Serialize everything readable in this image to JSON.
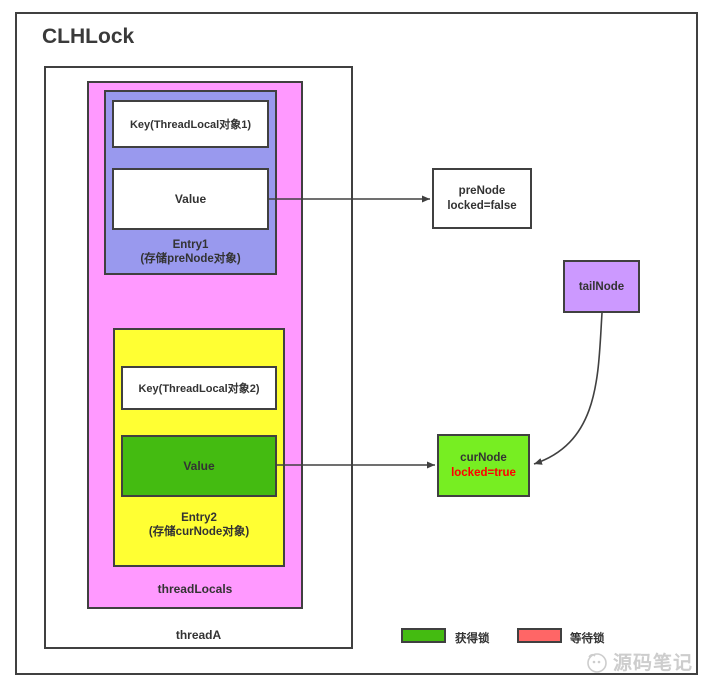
{
  "title": "CLHLock",
  "thread_a": {
    "label": "threadA"
  },
  "thread_locals": {
    "label": "threadLocals"
  },
  "entry1": {
    "key": "Key(ThreadLocal对象1)",
    "value": "Value",
    "label_line1": "Entry1",
    "label_line2": "(存储preNode对象)"
  },
  "entry2": {
    "key": "Key(ThreadLocal对象2)",
    "value": "Value",
    "label_line1": "Entry2",
    "label_line2": "(存储curNode对象)"
  },
  "pre_node": {
    "line1": "preNode",
    "line2": "locked=false"
  },
  "cur_node": {
    "line1": "curNode",
    "line2": "locked=true"
  },
  "tail_node": {
    "label": "tailNode"
  },
  "legend": {
    "acquired": "获得锁",
    "waiting": "等待锁"
  },
  "watermark": {
    "text": "源码笔记"
  },
  "colors": {
    "border": "#404040",
    "thread_locals_fill": "#FF99FF",
    "entry1_fill": "#9999EE",
    "entry2_fill": "#FFFF33",
    "acquired_fill": "#44BB11",
    "cur_node_fill": "#77EE22",
    "tail_node_fill": "#CC99FF",
    "waiting_fill": "#FF6666",
    "locked_true_text": "#FF0000"
  }
}
